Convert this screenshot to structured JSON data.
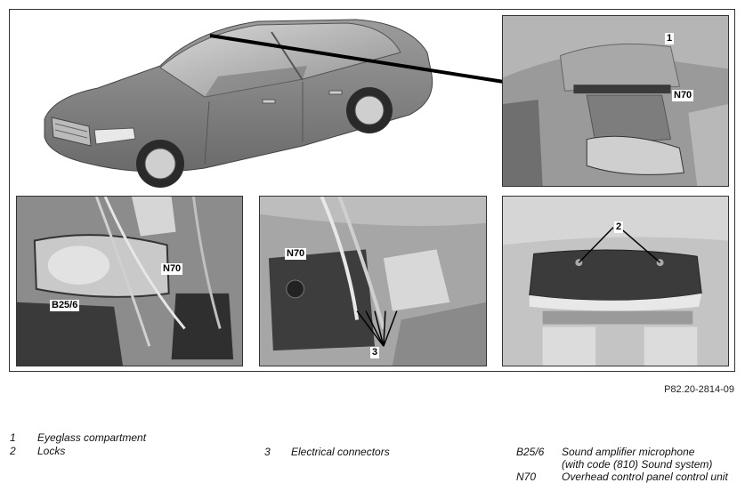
{
  "figure_ref": "P82.20-2814-09",
  "callouts": {
    "top_right": {
      "one": "1",
      "n70": "N70"
    },
    "bottom_left": {
      "n70": "N70",
      "b25": "B25/6"
    },
    "bottom_mid": {
      "n70": "N70",
      "three": "3"
    },
    "bottom_right": {
      "two": "2"
    }
  },
  "legend": {
    "col1": [
      {
        "num": "1",
        "text": "Eyeglass compartment"
      },
      {
        "num": "2",
        "text": "Locks"
      }
    ],
    "col2": [
      {
        "num": "3",
        "text": "Electrical connectors"
      }
    ],
    "col3": [
      {
        "num": "B25/6",
        "text": "Sound amplifier microphone",
        "text2": "(with code (810) Sound system)"
      },
      {
        "num": "N70",
        "text": "Overhead control panel control unit"
      }
    ]
  }
}
